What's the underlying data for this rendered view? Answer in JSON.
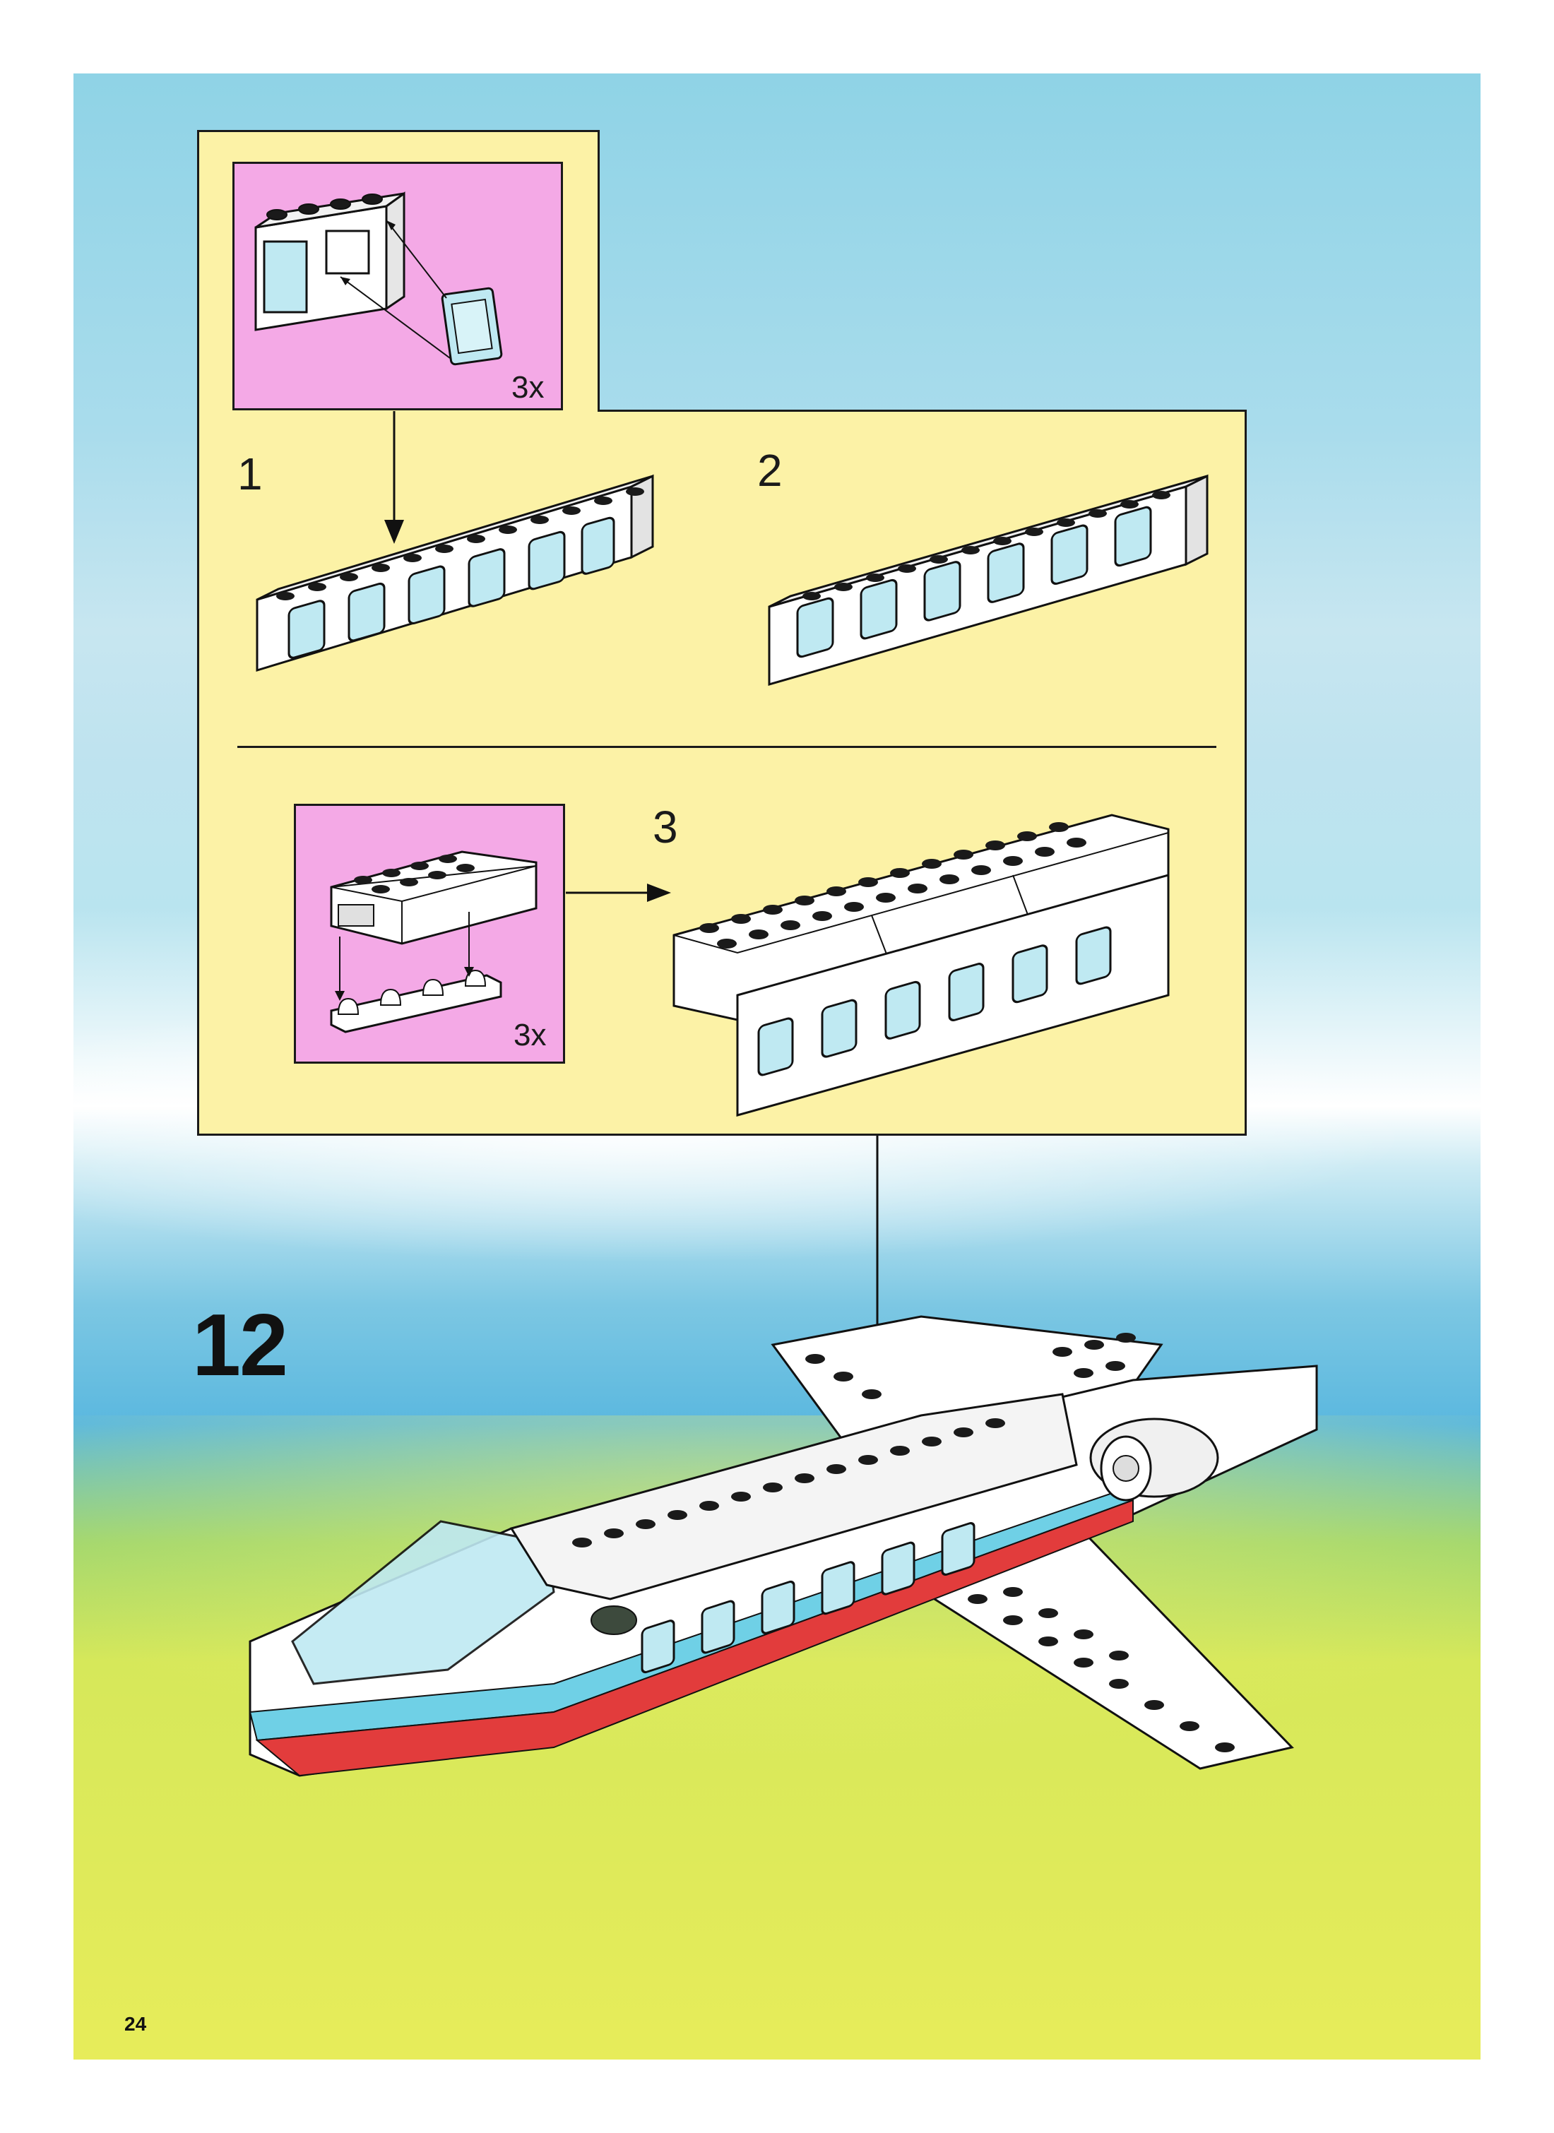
{
  "page": {
    "number": "24",
    "build_step": "12"
  },
  "substeps": [
    {
      "label": "1"
    },
    {
      "label": "2"
    },
    {
      "label": "3"
    }
  ],
  "callouts": [
    {
      "quantity": "3x"
    },
    {
      "quantity": "3x"
    }
  ],
  "colors": {
    "sky": "#8fd3e6",
    "grass": "#e7ec5a",
    "instruction_panel": "#fcf2a6",
    "callout_panel": "#f4a9e6",
    "window_glass": "#bfe9f2",
    "stripe_blue": "#6fd0e6",
    "stripe_red": "#e23c3c"
  }
}
